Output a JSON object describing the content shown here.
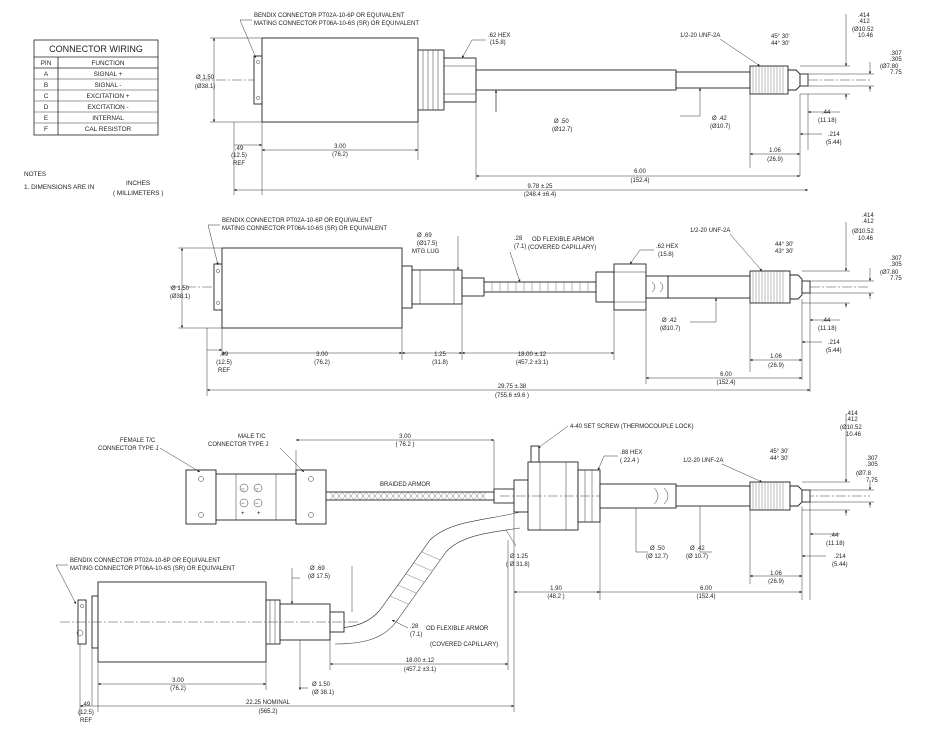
{
  "wiring": {
    "title": "CONNECTOR WIRING",
    "col_pin": "PIN",
    "col_function": "FUNCTION",
    "rows": [
      {
        "pin": "A",
        "fn": "SIGNAL +"
      },
      {
        "pin": "B",
        "fn": "SIGNAL -"
      },
      {
        "pin": "C",
        "fn": "EXCITATION +"
      },
      {
        "pin": "D",
        "fn": "EXCITATION -"
      },
      {
        "pin": "E",
        "fn": "INTERNAL"
      },
      {
        "pin": "F",
        "fn": "CAL RESISTOR"
      }
    ]
  },
  "notes": {
    "title": "NOTES",
    "line1": "1. DIMENSIONS ARE IN",
    "unit_top": "INCHES",
    "unit_bottom": "( MILLIMETERS )"
  },
  "common": {
    "bendix1": "BENDIX CONNECTOR  PT02A-10-6P OR EQUIVALENT",
    "bendix2": "MATING CONNECTOR  PT06A-10-6S (SR) OR EQUIVALENT",
    "bendix2b": "MATING CONNECTOR  PT06A-10-6S (SR) OR EQUIVALENT",
    "ref": "REF",
    "thread": "1/2-20 UNF-2A"
  },
  "fig1": {
    "dia150": "Ø 1.50",
    "dia150mm": "(Ø38.1)",
    "hex": ".62 HEX",
    "hex_mm": "(15.8)",
    "d049": ".49",
    "d049mm": "(12.5)",
    "d300": "3.00",
    "d300mm": "(76.2)",
    "d050": "Ø .50",
    "d050mm": "(Ø12.7)",
    "d042": "Ø .42",
    "d042mm": "(Ø10.7)",
    "d600": "6.00",
    "d600mm": "(152.4)",
    "d978": "9.78 ±.25",
    "d978mm": "(248.4 ±6.4)",
    "a1": "45° 30'",
    "a2": "44° 30'",
    "d414": ".414",
    "d412": ".412",
    "d1052": "(Ø10.52",
    "d1046": "10.46",
    "d307": ".307",
    "d305": ".305",
    "d780": "(Ø7.80",
    "d775": "7.75",
    "d044": ".44",
    "d044mm": "(11.18)",
    "d106": "1.06",
    "d106mm": "(26.9)",
    "d214": ".214",
    "d214mm": "(5.44)"
  },
  "fig2": {
    "dia150": "Ø 1.50",
    "dia150mm": "(Ø38.1)",
    "lug": "Ø .69",
    "lug_mm": "(Ø17.5)",
    "lug_label": "MTG LUG",
    "arm28": ".28",
    "arm28mm": "(7.1)",
    "arm_label": "OD FLEXIBLE ARMOR",
    "arm_label2": "(COVERED CAPILLARY)",
    "hex": ".62 HEX",
    "hex_mm": "(15.8)",
    "d049": ".49",
    "d049mm": "(12.5)",
    "d300": "3.00",
    "d300mm": "(76.2)",
    "d125": "1.25",
    "d125mm": "(31.8)",
    "d1800": "18.00 ±.12",
    "d1800mm": "(457.2 ±3.1)",
    "d042": "Ø .42",
    "d042mm": "(Ø10.7)",
    "d600": "6.00",
    "d600mm": "(152.4)",
    "d2975": "29.75 ±.38",
    "d2975mm": "(755.6 ±9.6 )",
    "a1": "44° 30'",
    "a2": "43° 30'",
    "d414": ".414",
    "d412": ".412",
    "d1052": "(Ø10.52",
    "d1046": "10.46",
    "d307": ".307",
    "d305": ".305",
    "d780": "(Ø7.80",
    "d775": "7.75",
    "d044": ".44",
    "d044mm": "(11.18)",
    "d106": "1.06",
    "d106mm": "(26.9)",
    "d214": ".214",
    "d214mm": "(5.44)"
  },
  "fig3": {
    "female": "FEMALE T/C",
    "female2": "CONNECTOR TYPE J",
    "male": "MALE T/C",
    "male2": "CONNECTOR TYPE J",
    "d300": "3.00",
    "d300mm": "( 76.2 )",
    "braided": "BRAIDED ARMOR",
    "setscrew": "4-40 SET SCREW (THERMOCOUPLE LOCK)",
    "hex": ".88 HEX",
    "hex_mm": "( 22.4 )",
    "d125": "Ø 1.25",
    "d125mm": "( Ø 31.8)",
    "d050": "Ø .50",
    "d050mm": "(Ø 12.7)",
    "d042": "Ø .42",
    "d042mm": "(Ø 10.7)",
    "d190": "1.90",
    "d190mm": "(48.2 )",
    "d600": "6.00",
    "d600mm": "(152.4)",
    "a1": "45° 30'",
    "a2": "44° 30'",
    "d414": ".414",
    "d412": ".412",
    "d1052": "(Ø10.52",
    "d1046": "10.46",
    "d307": ".307",
    "d305": ".305",
    "d780": "(Ø7.8",
    "d775": "7.75",
    "d044": ".44",
    "d044mm": "(11.18)",
    "d106": "1.06",
    "d106mm": "(26.9)",
    "d214": ".214",
    "d214mm": "(5.44)",
    "d069": "Ø .69",
    "d069mm": "(Ø 17.5)",
    "arm28": ".28",
    "arm28mm": "(7.1)",
    "arm_label": "OD FLEXIBLE ARMOR",
    "arm_label2": "(COVERED CAPILLARY)",
    "d1800": "18.00  ±.12",
    "d1800mm": "(457.2 ±3.1)",
    "d150": "Ø 1.50",
    "d150mm": "(Ø 38.1)",
    "d300b": "3.00",
    "d300bmm": "(76.2)",
    "d2225": "22.25  NOMINAL",
    "d2225mm": "(565.2)",
    "d049": ".49",
    "d049mm": "(12.5)"
  }
}
